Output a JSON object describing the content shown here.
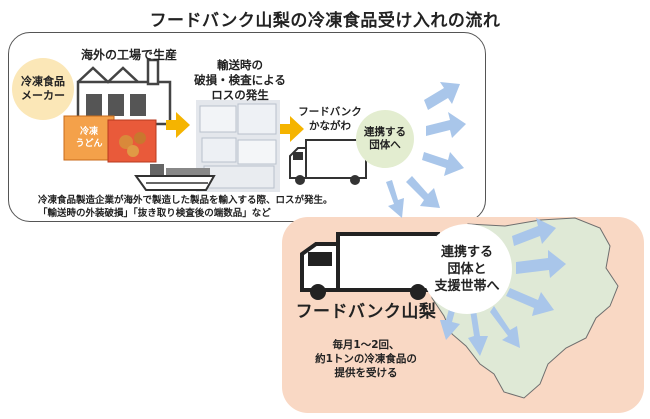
{
  "title": "フードバンク山梨の冷凍食品受け入れの流れ",
  "top": {
    "maker_label": [
      "冷凍食品",
      "メーカー"
    ],
    "factory_label": "海外の工場で生産",
    "loss_label": [
      "輸送時の",
      "破損・検査による",
      "ロスの発生"
    ],
    "foodbank_kanagawa": [
      "フードバンク",
      "かながわ"
    ],
    "partner_label": [
      "連携する",
      "団体へ"
    ],
    "package_text": [
      "冷凍",
      "うどん"
    ],
    "description": [
      "冷凍食品製造企業が海外で製造した製品を輸入する際、ロスが発生。",
      "「輸送時の外装破損」「抜き取り検査後の端数品」など"
    ]
  },
  "bottom": {
    "logo_text": "フードバンク山梨",
    "support_label": [
      "連携する",
      "団体と",
      "支援世帯へ"
    ],
    "monthly_text": [
      "毎月1～2回、",
      "約1トンの冷凍食品の",
      "提供を受ける"
    ]
  },
  "colors": {
    "maker_circle": "#fbe7b7",
    "partner_circle": "#e3edd0",
    "bottom_panel": "#f9d8c4",
    "map_fill": "#dfe9d6",
    "arrow_blue": "#a9c6ea",
    "arrow_orange": "#f5b400"
  }
}
